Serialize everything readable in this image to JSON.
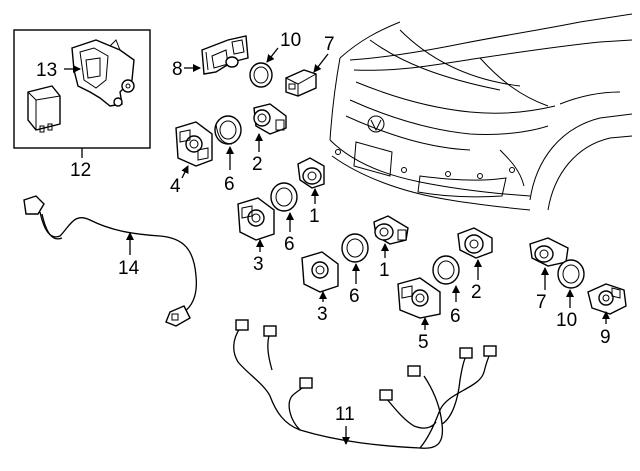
{
  "diagram": {
    "callouts": {
      "c13": "13",
      "c12": "12",
      "c8": "8",
      "c10a": "10",
      "c7a": "7",
      "c4": "4",
      "c6a": "6",
      "c2a": "2",
      "c1a": "1",
      "c6b": "6",
      "c3a": "3",
      "c14": "14",
      "c3b": "3",
      "c6c": "6",
      "c1b": "1",
      "c5": "5",
      "c6d": "6",
      "c2b": "2",
      "c7b": "7",
      "c10b": "10",
      "c9": "9",
      "c11": "11"
    }
  }
}
